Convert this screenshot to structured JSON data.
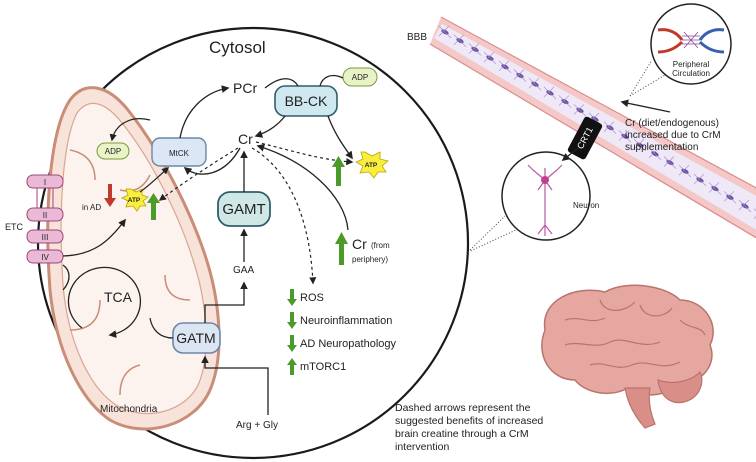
{
  "labels": {
    "cytosol": "Cytosol",
    "mitochondria": "Mitochondria",
    "pcr": "PCr",
    "bbck": "BB-CK",
    "adp_top": "ADP",
    "cr_center": "Cr",
    "mtck": "MtCK",
    "adp_mito": "ADP",
    "atp_mito": "ATP",
    "in_ad": "in AD",
    "atp_cyto": "ATP",
    "gamt": "GAMT",
    "gaa": "GAA",
    "gatm": "GATM",
    "tca": "TCA",
    "etc": "ETC",
    "etc_complexes": [
      "I",
      "II",
      "III",
      "IV"
    ],
    "arg_gly": "Arg  + Gly",
    "cr_periphery_main": "Cr",
    "cr_periphery_sub1": "(from",
    "cr_periphery_sub2": "periphery)",
    "bbb": "BBB",
    "crt1": "CRT1",
    "peripheral_line1": "Peripheral",
    "peripheral_line2": "Circulation",
    "neuron": "Neuron",
    "cr_source_line1": "Cr (diet/endogenous)",
    "cr_source_line2": "increased due to CrM",
    "cr_source_line3": "supplementation",
    "note_line1": "Dashed arrows represent the",
    "note_line2": "suggested benefits of increased",
    "note_line3": "brain creatine through a CrM",
    "note_line4": "intervention"
  },
  "effects": [
    {
      "label": "ROS",
      "direction": "down"
    },
    {
      "label": "Neuroinflammation",
      "direction": "down"
    },
    {
      "label": "AD Neuropathology",
      "direction": "down"
    },
    {
      "label": "mTORC1",
      "direction": "up"
    }
  ],
  "colors": {
    "mito_fill": "#f8e3da",
    "mito_stroke": "#c98d78",
    "crista_fill": "#fdf3ee",
    "bbck_fill": "#cfe7ef",
    "gamt_fill": "#cfe8e6",
    "node_stroke": "#2f5e6a",
    "mtck_fill": "#dbe7f5",
    "gatm_fill": "#dce5f2",
    "adp_fill": "#e8f4c8",
    "adp_stroke": "#7a9a3a",
    "atp_fill": "#f9ee3e",
    "up_arrow": "#4c9a2a",
    "down_arrow": "#c0392b",
    "etc_fill": "#e9b9d6",
    "etc_stroke": "#a0457a",
    "bbb_band": "#f5c8c8",
    "bbb_lumen": "#efe8f6",
    "brain_fill": "#e6a7a0"
  }
}
